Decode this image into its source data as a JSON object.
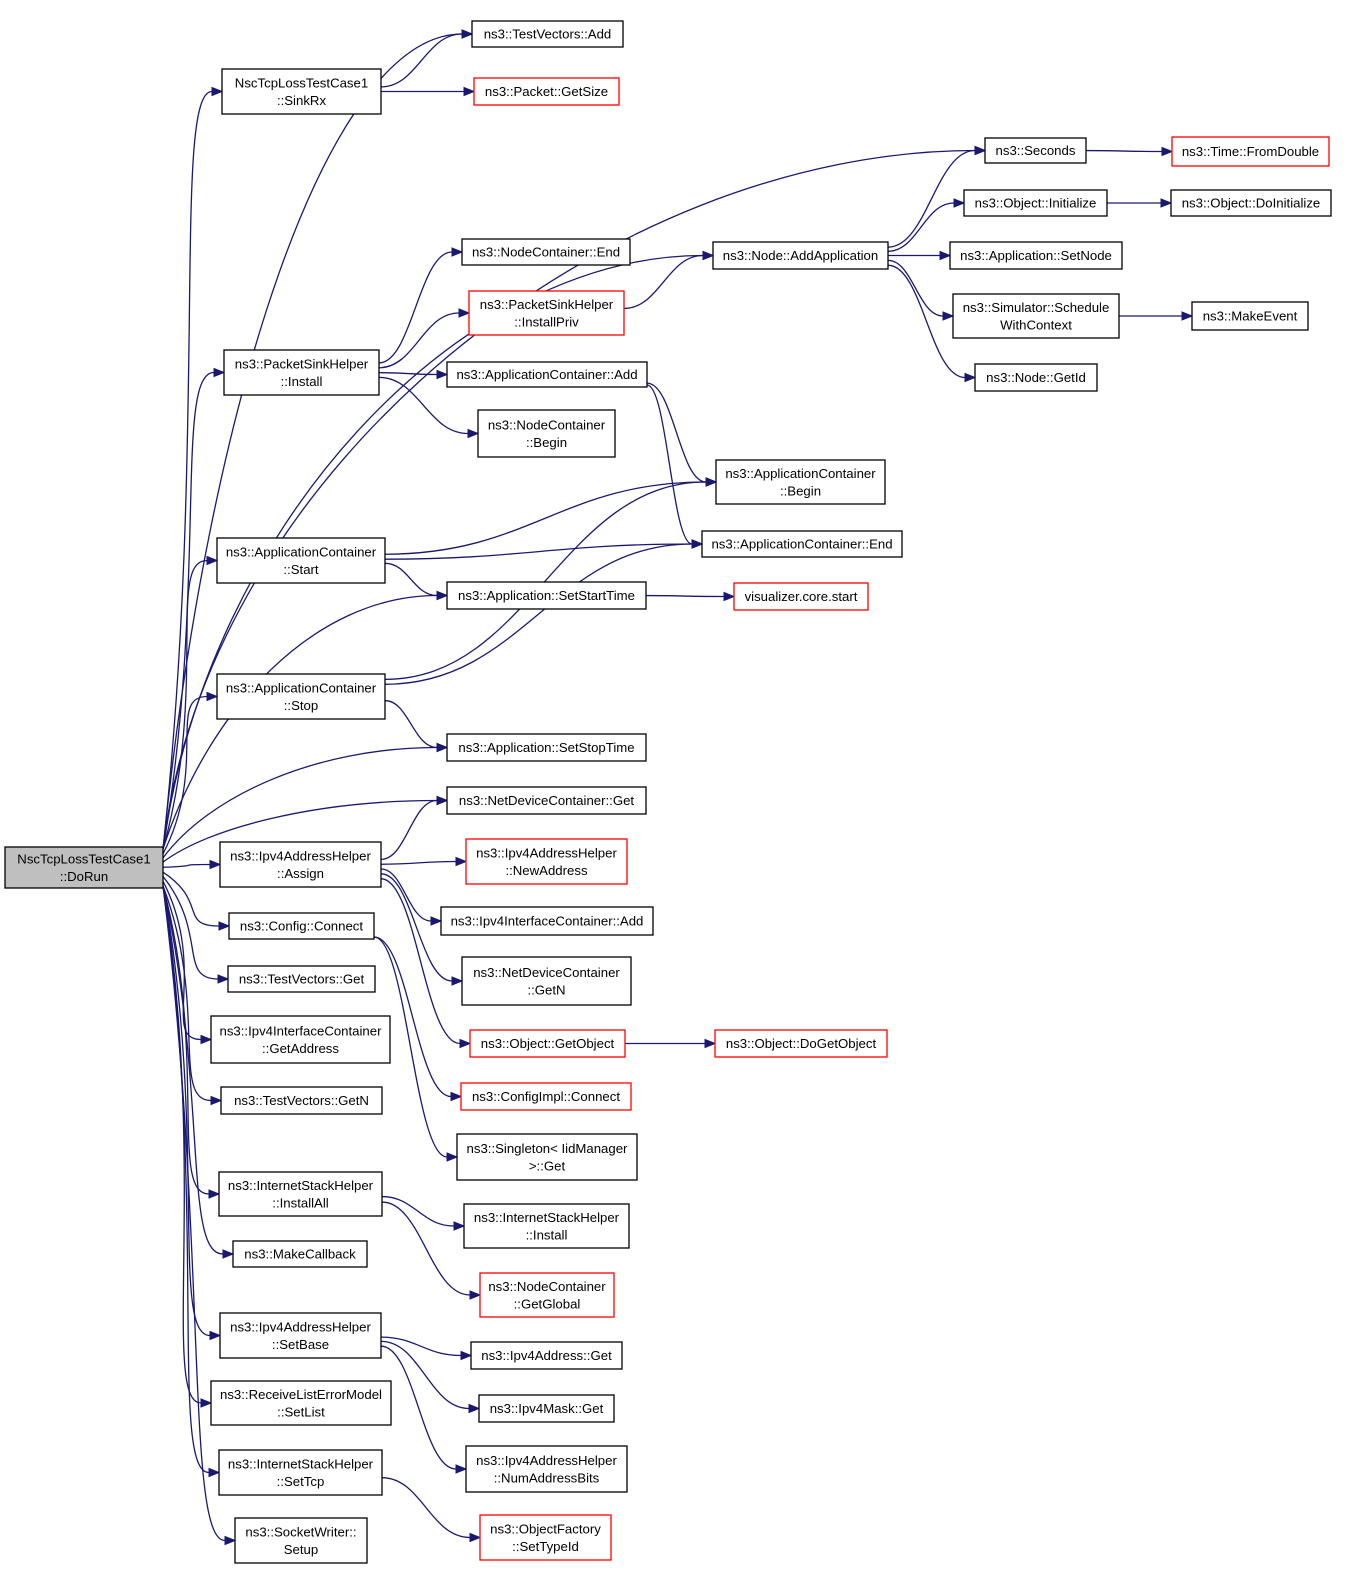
{
  "colors": {
    "edge": "#191970",
    "node_border": "#000000",
    "node_border_incomplete": "#ff0000",
    "root_fill": "#bfbfbf",
    "node_fill": "#ffffff"
  },
  "nodes": {
    "root": {
      "lines": [
        "NscTcpLossTestCase1",
        "::DoRun"
      ],
      "style": "root"
    },
    "tv_add": {
      "lines": [
        "ns3::TestVectors::Add"
      ],
      "style": "normal"
    },
    "sinkrx": {
      "lines": [
        "NscTcpLossTestCase1",
        "::SinkRx"
      ],
      "style": "normal"
    },
    "pkt_getsize": {
      "lines": [
        "ns3::Packet::GetSize"
      ],
      "style": "incomplete"
    },
    "seconds": {
      "lines": [
        "ns3::Seconds"
      ],
      "style": "normal"
    },
    "time_fromdouble": {
      "lines": [
        "ns3::Time::FromDouble"
      ],
      "style": "incomplete"
    },
    "obj_initialize": {
      "lines": [
        "ns3::Object::Initialize"
      ],
      "style": "normal"
    },
    "obj_doinitialize": {
      "lines": [
        "ns3::Object::DoInitialize"
      ],
      "style": "normal"
    },
    "nc_end": {
      "lines": [
        "ns3::NodeContainer::End"
      ],
      "style": "normal"
    },
    "node_addapp": {
      "lines": [
        "ns3::Node::AddApplication"
      ],
      "style": "normal"
    },
    "app_setnode": {
      "lines": [
        "ns3::Application::SetNode"
      ],
      "style": "normal"
    },
    "psh_installpriv": {
      "lines": [
        "ns3::PacketSinkHelper",
        "::InstallPriv"
      ],
      "style": "incomplete"
    },
    "sim_schedule": {
      "lines": [
        "ns3::Simulator::Schedule",
        "WithContext"
      ],
      "style": "normal"
    },
    "makeevent": {
      "lines": [
        "ns3::MakeEvent"
      ],
      "style": "normal"
    },
    "psh_install": {
      "lines": [
        "ns3::PacketSinkHelper",
        "::Install"
      ],
      "style": "normal"
    },
    "ac_add": {
      "lines": [
        "ns3::ApplicationContainer::Add"
      ],
      "style": "normal"
    },
    "node_getid": {
      "lines": [
        "ns3::Node::GetId"
      ],
      "style": "normal"
    },
    "nc_begin": {
      "lines": [
        "ns3::NodeContainer",
        "::Begin"
      ],
      "style": "normal"
    },
    "ac_begin": {
      "lines": [
        "ns3::ApplicationContainer",
        "::Begin"
      ],
      "style": "normal"
    },
    "ac_end": {
      "lines": [
        "ns3::ApplicationContainer::End"
      ],
      "style": "normal"
    },
    "ac_start": {
      "lines": [
        "ns3::ApplicationContainer",
        "::Start"
      ],
      "style": "normal"
    },
    "app_setstart": {
      "lines": [
        "ns3::Application::SetStartTime"
      ],
      "style": "normal"
    },
    "viz_start": {
      "lines": [
        "visualizer.core.start"
      ],
      "style": "incomplete"
    },
    "ac_stop": {
      "lines": [
        "ns3::ApplicationContainer",
        "::Stop"
      ],
      "style": "normal"
    },
    "app_setstop": {
      "lines": [
        "ns3::Application::SetStopTime"
      ],
      "style": "normal"
    },
    "ndc_get": {
      "lines": [
        "ns3::NetDeviceContainer::Get"
      ],
      "style": "normal"
    },
    "ipv4ah_assign": {
      "lines": [
        "ns3::Ipv4AddressHelper",
        "::Assign"
      ],
      "style": "normal"
    },
    "ipv4ah_newaddr": {
      "lines": [
        "ns3::Ipv4AddressHelper",
        "::NewAddress"
      ],
      "style": "incomplete"
    },
    "ipv4ic_add": {
      "lines": [
        "ns3::Ipv4InterfaceContainer::Add"
      ],
      "style": "normal"
    },
    "config_connect": {
      "lines": [
        "ns3::Config::Connect"
      ],
      "style": "normal"
    },
    "ndc_getn": {
      "lines": [
        "ns3::NetDeviceContainer",
        "::GetN"
      ],
      "style": "normal"
    },
    "tv_get": {
      "lines": [
        "ns3::TestVectors::Get"
      ],
      "style": "normal"
    },
    "obj_getobject": {
      "lines": [
        "ns3::Object::GetObject"
      ],
      "style": "incomplete"
    },
    "obj_dogetobject": {
      "lines": [
        "ns3::Object::DoGetObject"
      ],
      "style": "incomplete"
    },
    "ipv4ic_getaddr": {
      "lines": [
        "ns3::Ipv4InterfaceContainer",
        "::GetAddress"
      ],
      "style": "normal"
    },
    "configimpl_connect": {
      "lines": [
        "ns3::ConfigImpl::Connect"
      ],
      "style": "incomplete"
    },
    "tv_getn": {
      "lines": [
        "ns3::TestVectors::GetN"
      ],
      "style": "normal"
    },
    "singleton_get": {
      "lines": [
        "ns3::Singleton< IidManager",
        ">::Get"
      ],
      "style": "normal"
    },
    "ish_installall": {
      "lines": [
        "ns3::InternetStackHelper",
        "::InstallAll"
      ],
      "style": "normal"
    },
    "ish_install": {
      "lines": [
        "ns3::InternetStackHelper",
        "::Install"
      ],
      "style": "normal"
    },
    "makecallback": {
      "lines": [
        "ns3::MakeCallback"
      ],
      "style": "normal"
    },
    "nc_getglobal": {
      "lines": [
        "ns3::NodeContainer",
        "::GetGlobal"
      ],
      "style": "incomplete"
    },
    "ipv4ah_setbase": {
      "lines": [
        "ns3::Ipv4AddressHelper",
        "::SetBase"
      ],
      "style": "normal"
    },
    "ipv4addr_get": {
      "lines": [
        "ns3::Ipv4Address::Get"
      ],
      "style": "normal"
    },
    "rlem_setlist": {
      "lines": [
        "ns3::ReceiveListErrorModel",
        "::SetList"
      ],
      "style": "normal"
    },
    "ipv4mask_get": {
      "lines": [
        "ns3::Ipv4Mask::Get"
      ],
      "style": "normal"
    },
    "ipv4ah_numaddrbits": {
      "lines": [
        "ns3::Ipv4AddressHelper",
        "::NumAddressBits"
      ],
      "style": "normal"
    },
    "ish_settcp": {
      "lines": [
        "ns3::InternetStackHelper",
        "::SetTcp"
      ],
      "style": "normal"
    },
    "of_settypeid": {
      "lines": [
        "ns3::ObjectFactory",
        "::SetTypeId"
      ],
      "style": "incomplete"
    },
    "sw_setup": {
      "lines": [
        "ns3::SocketWriter::",
        "Setup"
      ],
      "style": "normal"
    }
  },
  "edges": [
    [
      "root",
      "tv_add"
    ],
    [
      "root",
      "sinkrx"
    ],
    [
      "sinkrx",
      "tv_add"
    ],
    [
      "sinkrx",
      "pkt_getsize"
    ],
    [
      "root",
      "seconds"
    ],
    [
      "seconds",
      "time_fromdouble"
    ],
    [
      "root",
      "node_addapp"
    ],
    [
      "node_addapp",
      "seconds"
    ],
    [
      "node_addapp",
      "obj_initialize"
    ],
    [
      "obj_initialize",
      "obj_doinitialize"
    ],
    [
      "node_addapp",
      "app_setnode"
    ],
    [
      "node_addapp",
      "sim_schedule"
    ],
    [
      "sim_schedule",
      "makeevent"
    ],
    [
      "node_addapp",
      "node_getid"
    ],
    [
      "root",
      "psh_install"
    ],
    [
      "psh_install",
      "nc_end"
    ],
    [
      "psh_install",
      "psh_installpriv"
    ],
    [
      "psh_installpriv",
      "node_addapp"
    ],
    [
      "psh_install",
      "ac_add"
    ],
    [
      "psh_install",
      "nc_begin"
    ],
    [
      "ac_add",
      "ac_begin"
    ],
    [
      "ac_add",
      "ac_end"
    ],
    [
      "root",
      "ac_start"
    ],
    [
      "ac_start",
      "ac_begin"
    ],
    [
      "ac_start",
      "ac_end"
    ],
    [
      "ac_start",
      "app_setstart"
    ],
    [
      "root",
      "app_setstart"
    ],
    [
      "app_setstart",
      "viz_start"
    ],
    [
      "root",
      "ac_stop"
    ],
    [
      "ac_stop",
      "ac_begin"
    ],
    [
      "ac_stop",
      "ac_end"
    ],
    [
      "ac_stop",
      "app_setstop"
    ],
    [
      "root",
      "app_setstop"
    ],
    [
      "root",
      "ndc_get"
    ],
    [
      "root",
      "ipv4ah_assign"
    ],
    [
      "ipv4ah_assign",
      "ndc_get"
    ],
    [
      "ipv4ah_assign",
      "ipv4ah_newaddr"
    ],
    [
      "ipv4ah_assign",
      "ipv4ic_add"
    ],
    [
      "ipv4ah_assign",
      "ndc_getn"
    ],
    [
      "ipv4ah_assign",
      "obj_getobject"
    ],
    [
      "obj_getobject",
      "obj_dogetobject"
    ],
    [
      "root",
      "config_connect"
    ],
    [
      "config_connect",
      "configimpl_connect"
    ],
    [
      "config_connect",
      "singleton_get"
    ],
    [
      "root",
      "tv_get"
    ],
    [
      "root",
      "ipv4ic_getaddr"
    ],
    [
      "root",
      "tv_getn"
    ],
    [
      "root",
      "ish_installall"
    ],
    [
      "ish_installall",
      "ish_install"
    ],
    [
      "ish_installall",
      "nc_getglobal"
    ],
    [
      "root",
      "makecallback"
    ],
    [
      "root",
      "ipv4ah_setbase"
    ],
    [
      "ipv4ah_setbase",
      "ipv4addr_get"
    ],
    [
      "ipv4ah_setbase",
      "ipv4mask_get"
    ],
    [
      "ipv4ah_setbase",
      "ipv4ah_numaddrbits"
    ],
    [
      "root",
      "rlem_setlist"
    ],
    [
      "root",
      "ish_settcp"
    ],
    [
      "ish_settcp",
      "of_settypeid"
    ],
    [
      "root",
      "sw_setup"
    ]
  ]
}
